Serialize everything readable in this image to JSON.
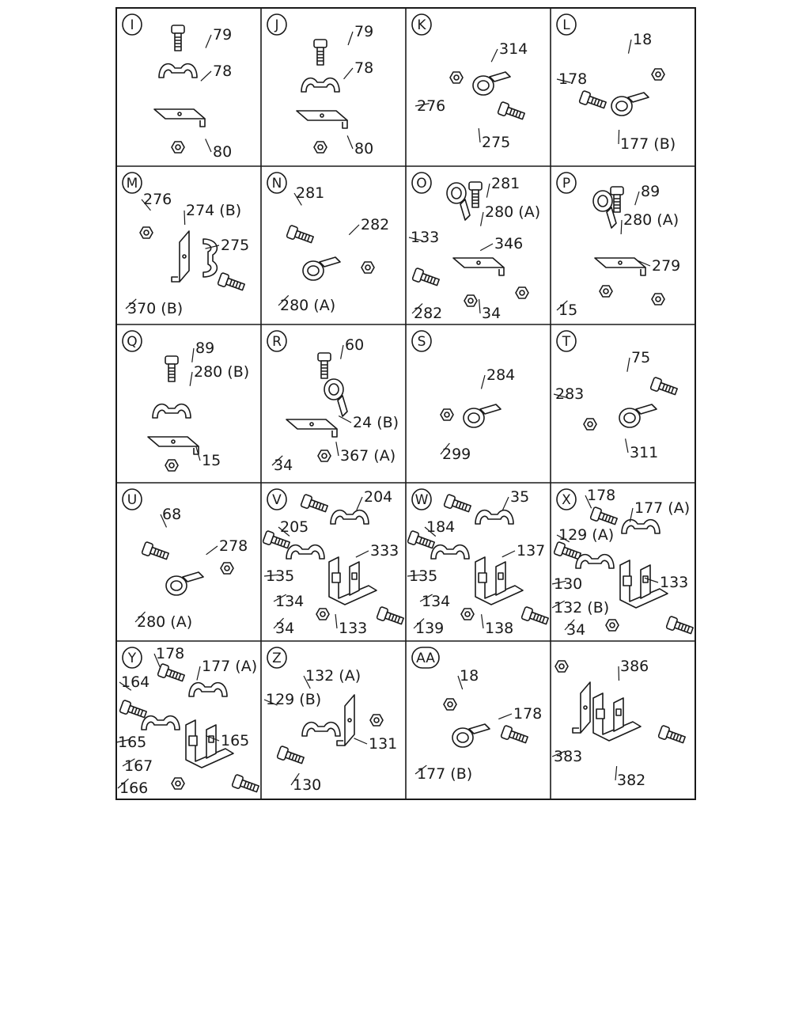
{
  "diagram": {
    "panels": [
      {
        "id": "I",
        "labels": [
          "79",
          "78",
          "80"
        ]
      },
      {
        "id": "J",
        "labels": [
          "79",
          "78",
          "80"
        ]
      },
      {
        "id": "K",
        "labels": [
          "314",
          "276",
          "275"
        ]
      },
      {
        "id": "L",
        "labels": [
          "18",
          "178",
          "177 (B)"
        ]
      },
      {
        "id": "M",
        "labels": [
          "276",
          "274 (B)",
          "275",
          "370 (B)"
        ]
      },
      {
        "id": "N",
        "labels": [
          "281",
          "282",
          "280 (A)"
        ]
      },
      {
        "id": "O",
        "labels": [
          "281",
          "280 (A)",
          "133",
          "346",
          "282",
          "34"
        ]
      },
      {
        "id": "P",
        "labels": [
          "89",
          "280 (A)",
          "279",
          "15"
        ]
      },
      {
        "id": "Q",
        "labels": [
          "89",
          "280 (B)",
          "15"
        ]
      },
      {
        "id": "R",
        "labels": [
          "60",
          "24 (B)",
          "367 (A)",
          "34"
        ]
      },
      {
        "id": "S",
        "labels": [
          "284",
          "299"
        ]
      },
      {
        "id": "T",
        "labels": [
          "75",
          "283",
          "311"
        ]
      },
      {
        "id": "U",
        "labels": [
          "68",
          "278",
          "280 (A)"
        ]
      },
      {
        "id": "V",
        "labels": [
          "204",
          "205",
          "333",
          "135",
          "134",
          "34",
          "133"
        ]
      },
      {
        "id": "W",
        "labels": [
          "35",
          "184",
          "137",
          "135",
          "134",
          "139",
          "138"
        ]
      },
      {
        "id": "X",
        "labels": [
          "178",
          "177 (A)",
          "129 (A)",
          "130",
          "133",
          "132 (B)",
          "34"
        ]
      },
      {
        "id": "Y",
        "labels": [
          "178",
          "177 (A)",
          "164",
          "165",
          "165",
          "167",
          "166"
        ]
      },
      {
        "id": "Z",
        "labels": [
          "132 (A)",
          "129 (B)",
          "131",
          "130"
        ]
      },
      {
        "id": "AA",
        "labels": [
          "18",
          "178",
          "177 (B)"
        ]
      },
      {
        "id": "",
        "labels": [
          "386",
          "383",
          "382"
        ]
      }
    ]
  },
  "colors": {
    "ink": "#1a1a1a",
    "paper": "#ffffff"
  }
}
